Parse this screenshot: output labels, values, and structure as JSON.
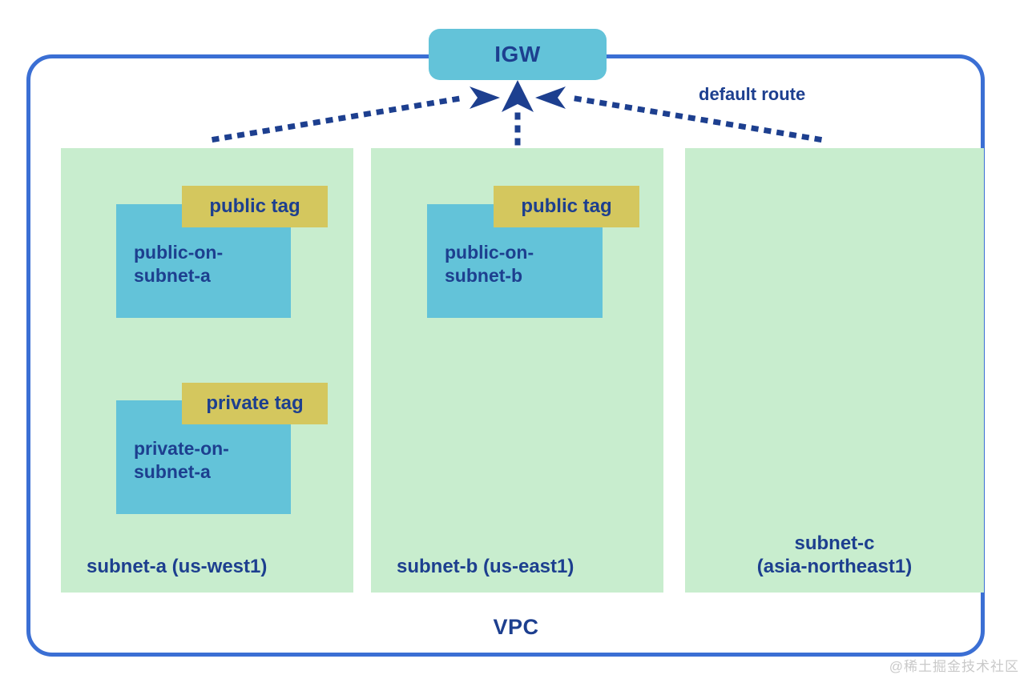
{
  "diagram": {
    "title": "VPC network with internet gateway and subnets",
    "vpc": {
      "label": "VPC",
      "border_color": "#3b6fd4"
    },
    "gateway": {
      "label": "IGW",
      "fill_color": "#63c3d9",
      "text_color": "#1d3f8f"
    },
    "route": {
      "label": "default route",
      "style": "dotted",
      "color": "#1d3f8f",
      "targets": [
        "subnet-a",
        "subnet-b",
        "subnet-c"
      ]
    },
    "colors": {
      "subnet_fill": "#c8edce",
      "instance_fill": "#63c3d9",
      "tag_fill": "#d4c75e",
      "text": "#1d3f8f"
    },
    "subnets": [
      {
        "id": "subnet-a",
        "name": "subnet-a",
        "region": "us-west1",
        "caption": "subnet-a (us-west1)",
        "caption_align": "left",
        "instances": [
          {
            "id": "public-on-subnet-a",
            "name": "public-on-subnet-a",
            "label_line1": "public-on-",
            "label_line2": "subnet-a",
            "tag": "public tag"
          },
          {
            "id": "private-on-subnet-a",
            "name": "private-on-subnet-a",
            "label_line1": "private-on-",
            "label_line2": "subnet-a",
            "tag": "private tag"
          }
        ]
      },
      {
        "id": "subnet-b",
        "name": "subnet-b",
        "region": "us-east1",
        "caption": "subnet-b (us-east1)",
        "caption_align": "left",
        "instances": [
          {
            "id": "public-on-subnet-b",
            "name": "public-on-subnet-b",
            "label_line1": "public-on-",
            "label_line2": "subnet-b",
            "tag": "public tag"
          }
        ]
      },
      {
        "id": "subnet-c",
        "name": "subnet-c",
        "region": "asia-northeast1",
        "caption_line1": "subnet-c",
        "caption_line2": "(asia-northeast1)",
        "caption_align": "center",
        "instances": []
      }
    ]
  },
  "watermark": "@稀土掘金技术社区"
}
